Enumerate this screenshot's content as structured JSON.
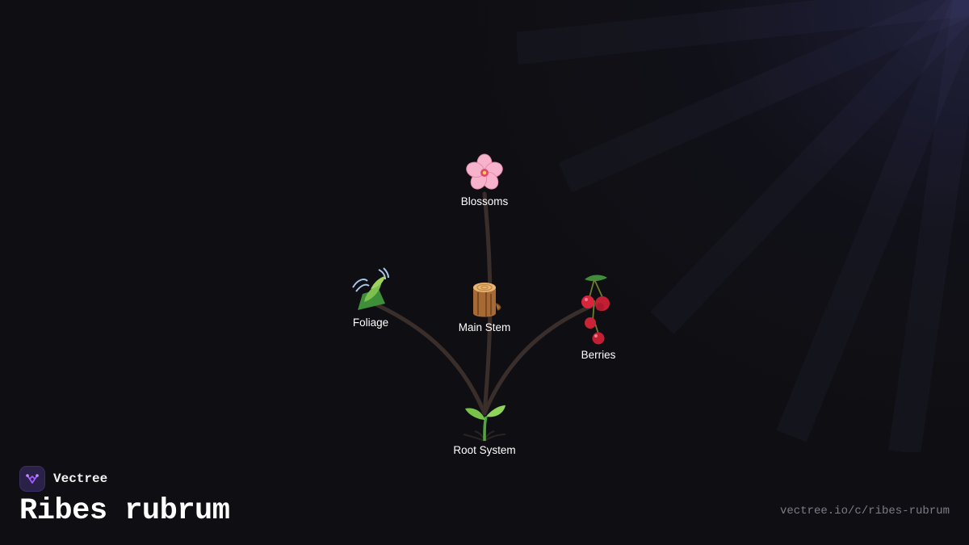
{
  "brand": {
    "name": "Vectree",
    "logo_icon": "branching-vector-icon",
    "accent_color": "#a35cff"
  },
  "page": {
    "title": "Ribes rubrum",
    "url": "vectree.io/c/ribes-rubrum"
  },
  "colors": {
    "background": "#0f0f13",
    "branch": "#3a2e2b",
    "label": "#ffffff"
  },
  "tree": {
    "root": {
      "label": "Root System",
      "icon": "seedling-icon"
    },
    "stem": {
      "label": "Main Stem",
      "icon": "wood-log-icon"
    },
    "top": {
      "label": "Blossoms",
      "icon": "cherry-blossom-icon"
    },
    "left": {
      "label": "Foliage",
      "icon": "leaf-fluttering-icon"
    },
    "right": {
      "label": "Berries",
      "icon": "cherries-icon"
    }
  }
}
